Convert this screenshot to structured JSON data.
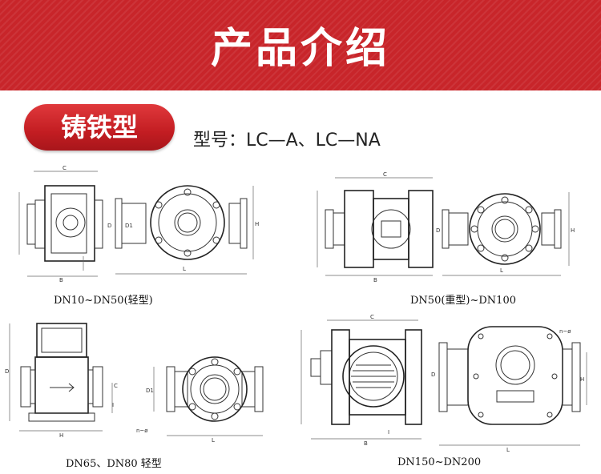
{
  "banner": {
    "title": "产品介绍"
  },
  "badge": {
    "label": "铸铁型"
  },
  "model": {
    "text": "型号：LC—A、LC—NA"
  },
  "captions": [
    "DN10~DN50(轻型)",
    "DN50(重型)~DN100",
    "DN65、DN80 轻型",
    "DN150~DN200"
  ],
  "dim_labels": {
    "C": "C",
    "B": "B",
    "L": "L",
    "H": "H",
    "D": "D",
    "D1": "D1",
    "I": "I",
    "n_phi": "n~ø"
  },
  "colors": {
    "banner": "#c8252a",
    "badge": "#c31d22",
    "text": "#222222"
  }
}
